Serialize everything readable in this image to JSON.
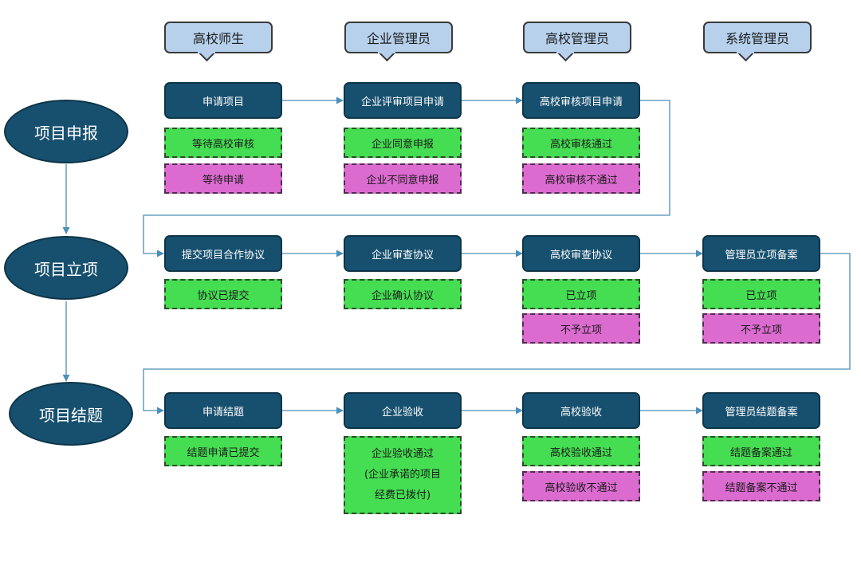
{
  "roles": [
    "高校师生",
    "企业管理员",
    "高校管理员",
    "系统管理员"
  ],
  "phases": [
    "项目申报",
    "项目立项",
    "项目结题"
  ],
  "rows": [
    {
      "steps": [
        "申请项目",
        "企业评审项目申请",
        "高校审核项目申请",
        null
      ],
      "results": [
        [
          "等待高校审核",
          "等待申请"
        ],
        [
          "企业同意申报",
          "企业不同意申报"
        ],
        [
          "高校审核通过",
          "高校审核不通过"
        ],
        []
      ]
    },
    {
      "steps": [
        "提交项目合作协议",
        "企业审查协议",
        "高校审查协议",
        "管理员立项备案"
      ],
      "results": [
        [
          "协议已提交"
        ],
        [
          "企业确认协议"
        ],
        [
          "已立项",
          "不予立项"
        ],
        [
          "已立项",
          "不予立项"
        ]
      ]
    },
    {
      "steps": [
        "申请结题",
        "企业验收",
        "高校验收",
        "管理员结题备案"
      ],
      "results": [
        [
          "结题申请已提交"
        ],
        [
          "企业验收通过\n(企业承诺的项目\n经费已拨付)"
        ],
        [
          "高校验收通过",
          "高校验收不通过"
        ],
        [
          "结题备案通过",
          "结题备案不通过"
        ]
      ]
    }
  ],
  "colors": {
    "step_fill": "#17506f",
    "lane_fill": "#b7d1ec",
    "approved_fill": "#45dd52",
    "rejected_fill": "#dc6bd0",
    "connector": "#4b8fb8"
  }
}
